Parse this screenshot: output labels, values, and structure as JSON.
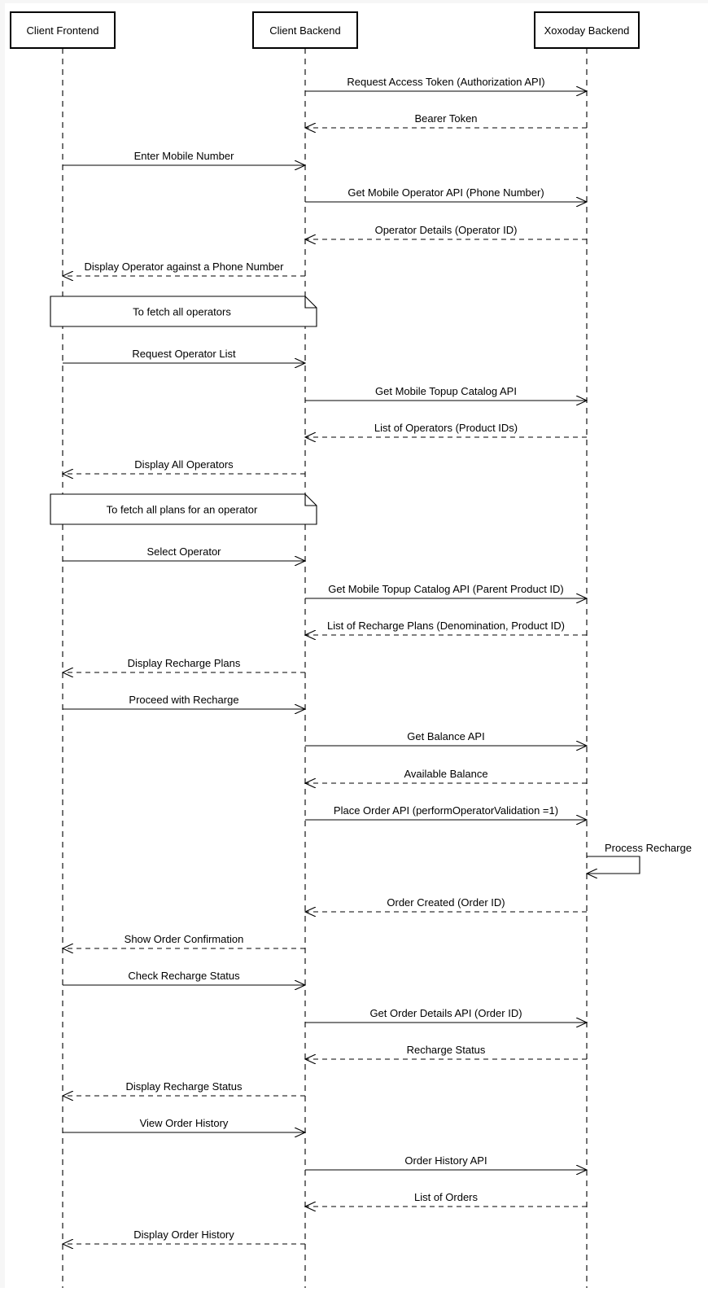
{
  "participants": [
    {
      "id": "frontend",
      "label": "Client Frontend"
    },
    {
      "id": "backend",
      "label": "Client Backend"
    },
    {
      "id": "xoxoday",
      "label": "Xoxoday Backend"
    }
  ],
  "steps": [
    {
      "kind": "message",
      "from": "backend",
      "to": "xoxoday",
      "style": "solid",
      "label": "Request Access Token (Authorization API)"
    },
    {
      "kind": "message",
      "from": "xoxoday",
      "to": "backend",
      "style": "dashed",
      "label": "Bearer Token"
    },
    {
      "kind": "message",
      "from": "frontend",
      "to": "backend",
      "style": "solid",
      "label": "Enter Mobile Number"
    },
    {
      "kind": "message",
      "from": "backend",
      "to": "xoxoday",
      "style": "solid",
      "label": "Get Mobile Operator API (Phone Number)"
    },
    {
      "kind": "message",
      "from": "xoxoday",
      "to": "backend",
      "style": "dashed",
      "label": "Operator Details (Operator ID)"
    },
    {
      "kind": "message",
      "from": "backend",
      "to": "frontend",
      "style": "dashed",
      "label": "Display Operator against a Phone Number"
    },
    {
      "kind": "note",
      "over": [
        "frontend",
        "backend"
      ],
      "label": "To fetch all operators"
    },
    {
      "kind": "message",
      "from": "frontend",
      "to": "backend",
      "style": "solid",
      "label": "Request Operator List"
    },
    {
      "kind": "message",
      "from": "backend",
      "to": "xoxoday",
      "style": "solid",
      "label": "Get Mobile Topup Catalog API"
    },
    {
      "kind": "message",
      "from": "xoxoday",
      "to": "backend",
      "style": "dashed",
      "label": "List of Operators (Product IDs)"
    },
    {
      "kind": "message",
      "from": "backend",
      "to": "frontend",
      "style": "dashed",
      "label": "Display All Operators"
    },
    {
      "kind": "note",
      "over": [
        "frontend",
        "backend"
      ],
      "label": "To fetch all plans for an operator"
    },
    {
      "kind": "message",
      "from": "frontend",
      "to": "backend",
      "style": "solid",
      "label": "Select Operator"
    },
    {
      "kind": "message",
      "from": "backend",
      "to": "xoxoday",
      "style": "solid",
      "label": "Get Mobile Topup Catalog API (Parent Product ID)"
    },
    {
      "kind": "message",
      "from": "xoxoday",
      "to": "backend",
      "style": "dashed",
      "label": "List of Recharge Plans (Denomination, Product ID)"
    },
    {
      "kind": "message",
      "from": "backend",
      "to": "frontend",
      "style": "dashed",
      "label": "Display Recharge Plans"
    },
    {
      "kind": "message",
      "from": "frontend",
      "to": "backend",
      "style": "solid",
      "label": "Proceed with Recharge"
    },
    {
      "kind": "message",
      "from": "backend",
      "to": "xoxoday",
      "style": "solid",
      "label": "Get Balance API"
    },
    {
      "kind": "message",
      "from": "xoxoday",
      "to": "backend",
      "style": "dashed",
      "label": "Available Balance"
    },
    {
      "kind": "message",
      "from": "backend",
      "to": "xoxoday",
      "style": "solid",
      "label": "Place Order API (performOperatorValidation =1)"
    },
    {
      "kind": "self",
      "at": "xoxoday",
      "style": "solid",
      "label": "Process Recharge"
    },
    {
      "kind": "message",
      "from": "xoxoday",
      "to": "backend",
      "style": "dashed",
      "label": "Order Created (Order ID)"
    },
    {
      "kind": "message",
      "from": "backend",
      "to": "frontend",
      "style": "dashed",
      "label": "Show Order Confirmation"
    },
    {
      "kind": "message",
      "from": "frontend",
      "to": "backend",
      "style": "solid",
      "label": "Check Recharge Status"
    },
    {
      "kind": "message",
      "from": "backend",
      "to": "xoxoday",
      "style": "solid",
      "label": "Get Order Details API (Order ID)"
    },
    {
      "kind": "message",
      "from": "xoxoday",
      "to": "backend",
      "style": "dashed",
      "label": "Recharge Status"
    },
    {
      "kind": "message",
      "from": "backend",
      "to": "frontend",
      "style": "dashed",
      "label": "Display Recharge Status"
    },
    {
      "kind": "message",
      "from": "frontend",
      "to": "backend",
      "style": "solid",
      "label": "View Order History"
    },
    {
      "kind": "message",
      "from": "backend",
      "to": "xoxoday",
      "style": "solid",
      "label": "Order History API"
    },
    {
      "kind": "message",
      "from": "xoxoday",
      "to": "backend",
      "style": "dashed",
      "label": "List of Orders"
    },
    {
      "kind": "message",
      "from": "backend",
      "to": "frontend",
      "style": "dashed",
      "label": "Display Order History"
    }
  ],
  "colors": {
    "line": "#000000",
    "background": "#ffffff",
    "frame": "#f6f6f6"
  }
}
